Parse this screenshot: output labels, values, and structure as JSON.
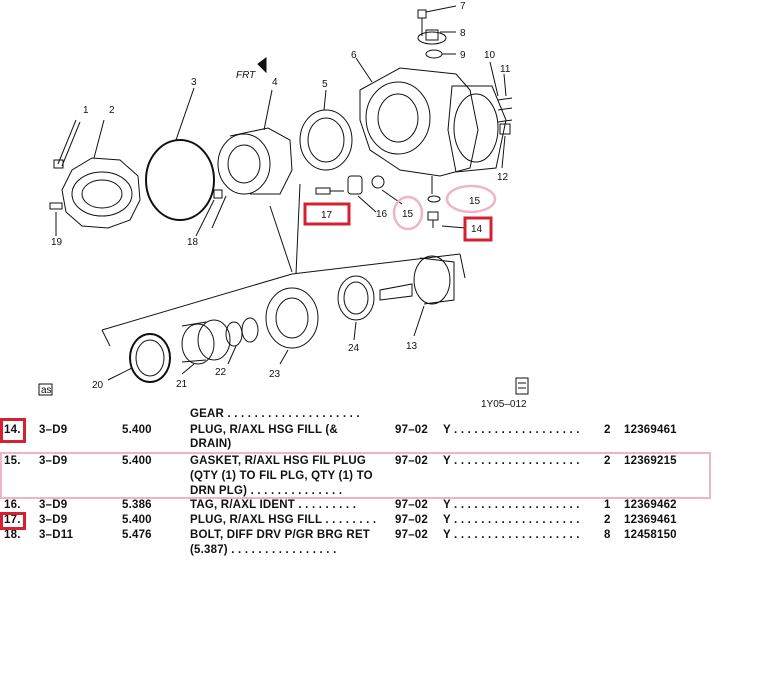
{
  "diagram": {
    "callouts": [
      "1",
      "2",
      "3",
      "4",
      "5",
      "6",
      "7",
      "8",
      "9",
      "10",
      "11",
      "12",
      "13",
      "14",
      "15",
      "15",
      "16",
      "17",
      "18",
      "19",
      "20",
      "21",
      "22",
      "23",
      "24"
    ],
    "frt_label": "FRT",
    "as_label": "as",
    "figure_code": "1Y05–012"
  },
  "parts": {
    "header_line": {
      "desc": "GEAR . . . . . . . . . . . . . . . . . . . ."
    },
    "rows": [
      {
        "num": "14.",
        "loc": "3–D9",
        "sec": "5.400",
        "desc": "PLUG, R/AXL HSG FILL (&",
        "desc2": "DRAIN)",
        "yrs": "97–02",
        "y": "Y . . . . . . . . . . . . . . . . . . .",
        "qty": "2",
        "part": "12369461"
      },
      {
        "num": "15.",
        "loc": "3–D9",
        "sec": "5.400",
        "desc": "GASKET, R/AXL HSG FIL PLUG",
        "desc2": "(QTY (1) TO FIL PLG, QTY (1) TO",
        "desc3": "DRN PLG) . . . . . . . . . . . . . .",
        "yrs": "97–02",
        "y": "Y . . . . . . . . . . . . . . . . . . .",
        "qty": "2",
        "part": "12369215"
      },
      {
        "num": "16.",
        "loc": "3–D9",
        "sec": "5.386",
        "desc": "TAG, R/AXL IDENT . . . . . . . . .",
        "yrs": "97–02",
        "y": "Y . . . . . . . . . . . . . . . . . . .",
        "qty": "1",
        "part": "12369462"
      },
      {
        "num": "17.",
        "loc": "3–D9",
        "sec": "5.400",
        "desc": "PLUG, R/AXL HSG FILL . . . . . . . .",
        "yrs": "97–02",
        "y": "Y . . . . . . . . . . . . . . . . . . .",
        "qty": "2",
        "part": "12369461"
      },
      {
        "num": "18.",
        "loc": "3–D11",
        "sec": "5.476",
        "desc": "BOLT, DIFF DRV P/GR BRG RET",
        "desc2": "(5.387) . . . . . . . . . . . . . . . .",
        "yrs": "97–02",
        "y": "Y . . . . . . . . . . . . . . . . . . .",
        "qty": "8",
        "part": "12458150"
      }
    ]
  },
  "highlight_colors": {
    "red": "#d42030",
    "pink": "#ecb6c8"
  }
}
